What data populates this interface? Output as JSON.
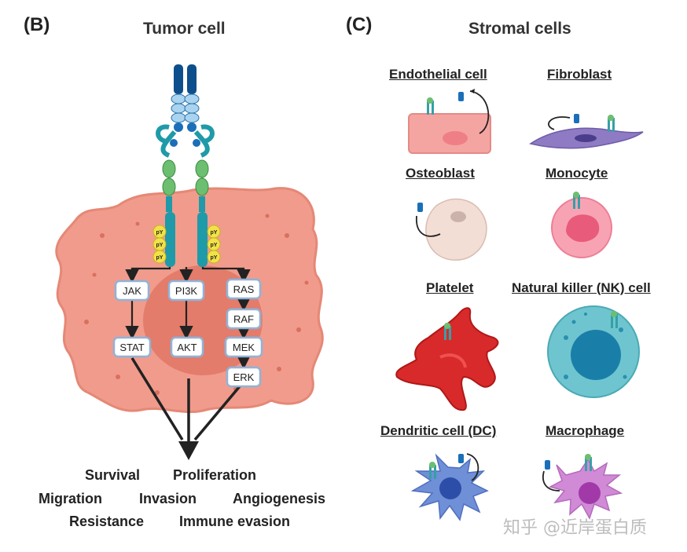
{
  "panel_b": {
    "letter": "(B)",
    "title": "Tumor cell",
    "phospho_label": "pY",
    "nodes": {
      "jak": "JAK",
      "stat": "STAT",
      "pi3k": "PI3K",
      "akt": "AKT",
      "ras": "RAS",
      "raf": "RAF",
      "mek": "MEK",
      "erk": "ERK"
    },
    "outcomes": {
      "survival": "Survival",
      "proliferation": "Proliferation",
      "migration": "Migration",
      "invasion": "Invasion",
      "angiogenesis": "Angiogenesis",
      "resistance": "Resistance",
      "immune_evasion": "Immune evasion"
    }
  },
  "panel_c": {
    "letter": "(C)",
    "title": "Stromal cells",
    "cells": {
      "endothelial": "Endothelial cell",
      "fibroblast": "Fibroblast",
      "osteoblast": "Osteoblast",
      "monocyte": "Monocyte",
      "platelet": "Platelet",
      "nk": "Natural killer (NK) cell",
      "dc": "Dendritic cell (DC)",
      "macrophage": "Macrophage"
    }
  },
  "watermark": "知乎 @近岸蛋白质"
}
